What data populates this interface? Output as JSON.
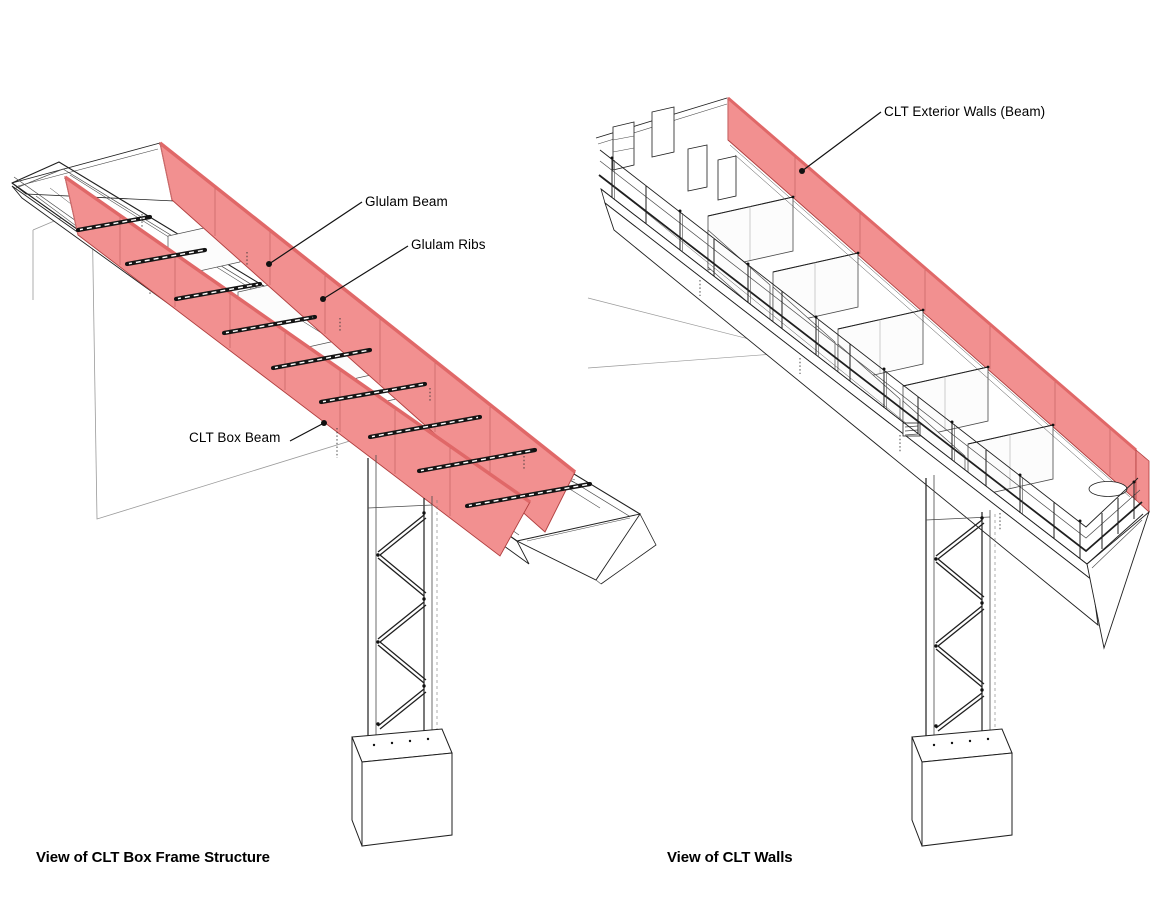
{
  "colors": {
    "background": "#FFFFFF",
    "text": "#000000",
    "highlight_fill": "#F29090",
    "highlight_edge": "#B03E3E",
    "highlight_top": "#E06868",
    "highlight_joint": "#C96A6A",
    "line_dark": "#1F1F1F",
    "line_mid": "#4A4A4A",
    "line_light": "#9A9A9A"
  },
  "figures": {
    "left": {
      "caption": "View of CLT Box Frame Structure",
      "labels": {
        "glulam_beam": "Glulam Beam",
        "glulam_ribs": "Glulam Ribs",
        "clt_box_beam": "CLT Box Beam"
      }
    },
    "right": {
      "caption": "View of CLT Walls",
      "labels": {
        "clt_exterior_walls": "CLT Exterior Walls (Beam)"
      }
    }
  }
}
